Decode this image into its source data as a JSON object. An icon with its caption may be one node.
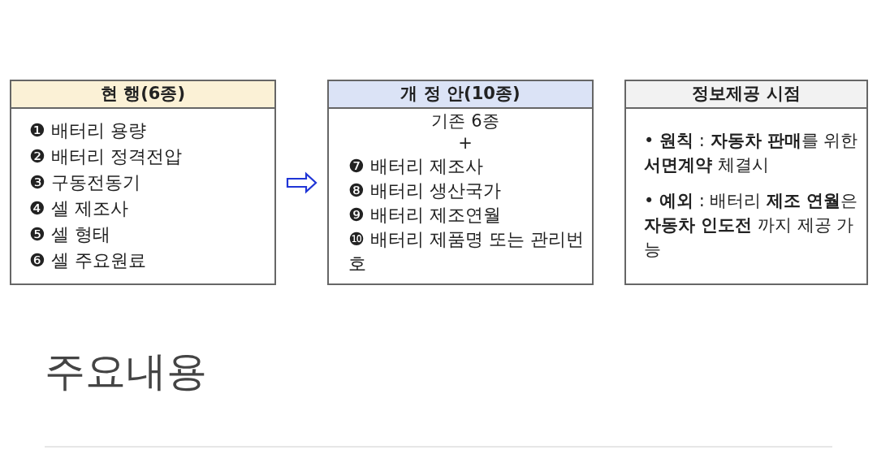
{
  "diagram": {
    "nodes": [
      {
        "text": [
          "현 행(6종)",
          "❶ 배터리 용량",
          "❷ 배터리 정격전압",
          "❸ 구동전동기",
          "❹ 셀 제조사",
          "❺ 셀 형태",
          "❻ 셀 주요원료"
        ]
      },
      {
        "text": [
          "개 정 안(10종)",
          "기존 6종",
          "+",
          "❼ 배터리 제조사",
          "❽ 배터리 생산국가",
          "❾ 배터리 제조연월",
          "❿ 배터리 제품명 또는 관리번호"
        ]
      },
      {
        "text": [
          "정보제공 시점",
          "• **원칙** : **자동차 판매**를 위한 **서면계약** 체결시",
          "• **예외** : 배터리 **제조 연월**은 **자동차 인도전** 까지 제공 가능"
        ]
      }
    ],
    "edges": [
      {
        "from": 0,
        "to": 1,
        "arrow": "to",
        "color": "#1f35d6"
      }
    ],
    "labels": [
      "주요내용"
    ]
  }
}
